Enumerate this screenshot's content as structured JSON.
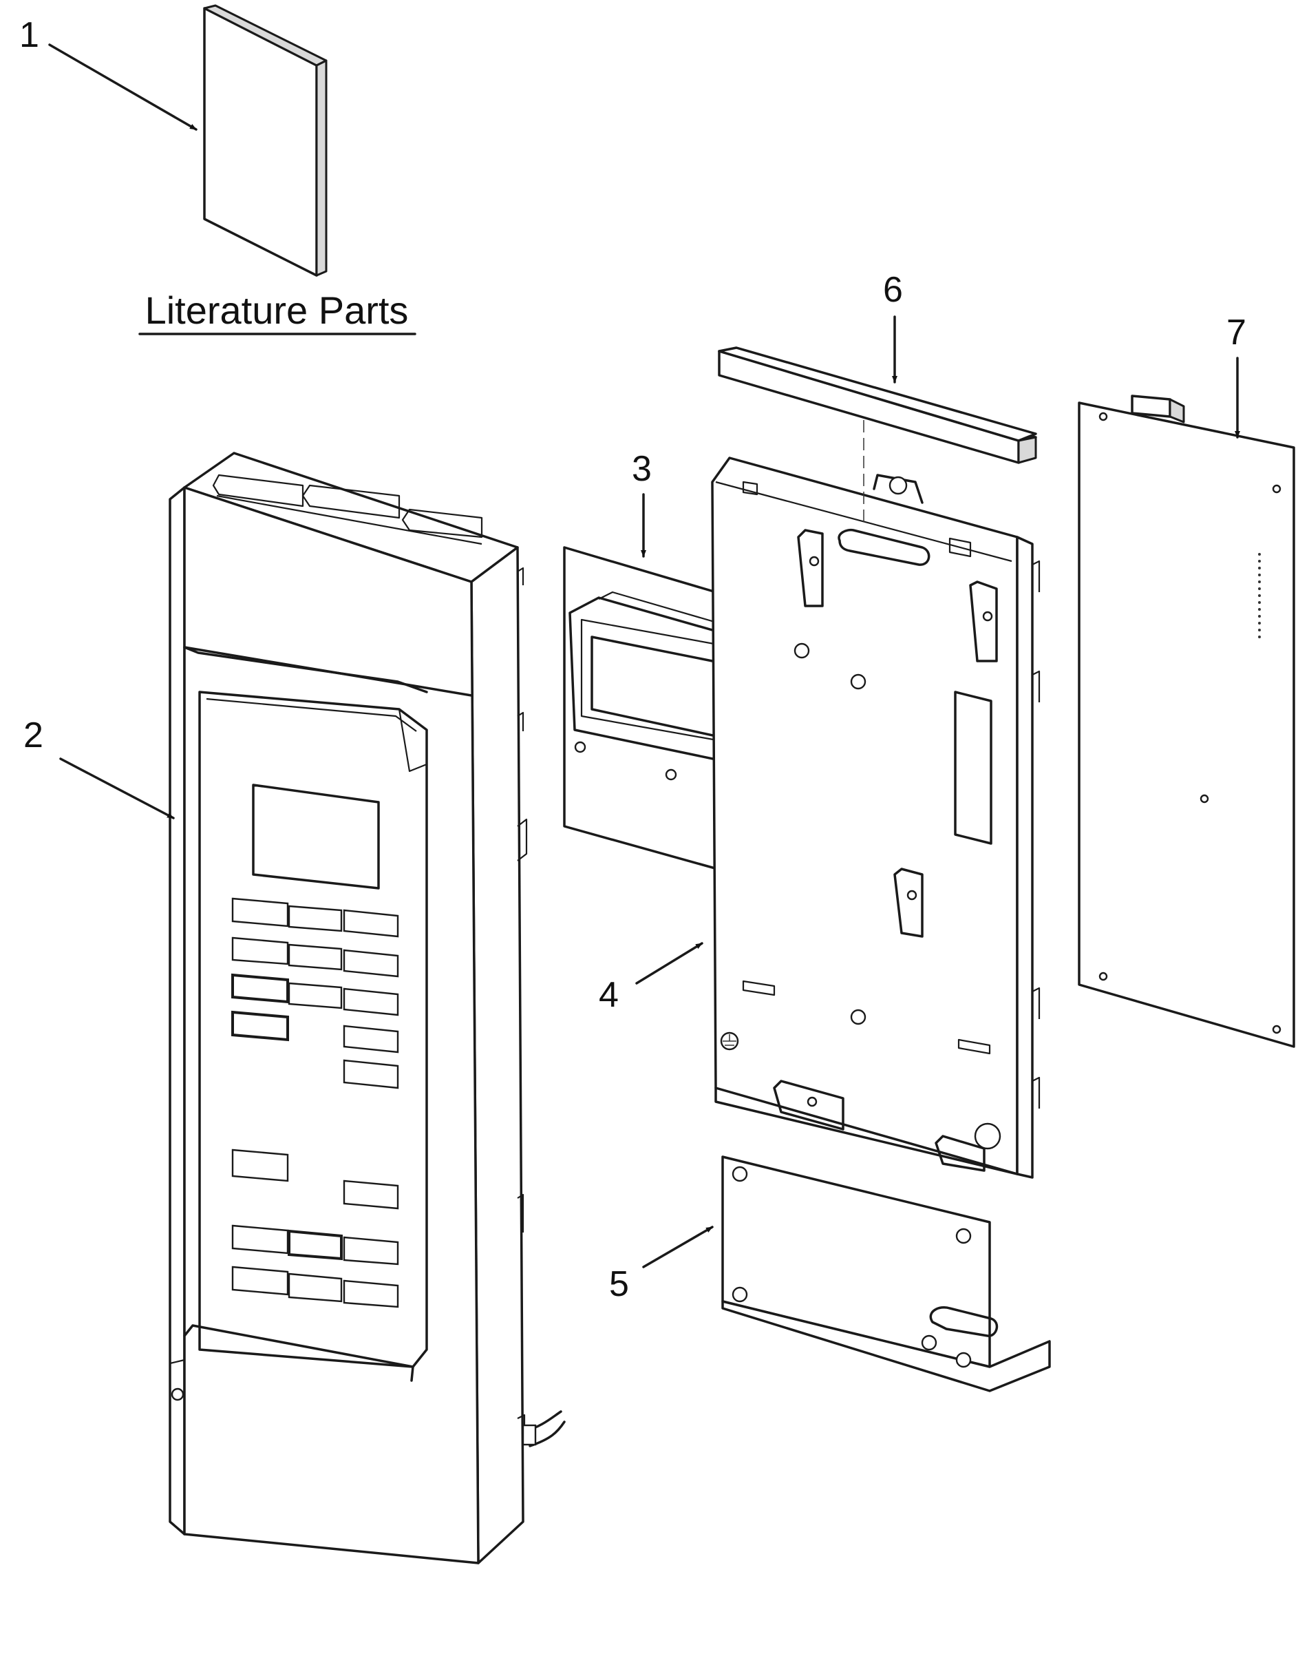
{
  "diagram": {
    "section_title": "Literature Parts",
    "callouts": [
      {
        "id": "1",
        "label": "1",
        "part": "literature-booklet"
      },
      {
        "id": "2",
        "label": "2",
        "part": "control-panel-housing"
      },
      {
        "id": "3",
        "label": "3",
        "part": "display-board"
      },
      {
        "id": "4",
        "label": "4",
        "part": "control-panel-bracket"
      },
      {
        "id": "5",
        "label": "5",
        "part": "mounting-bracket"
      },
      {
        "id": "6",
        "label": "6",
        "part": "foam-strip"
      },
      {
        "id": "7",
        "label": "7",
        "part": "circuit-board"
      }
    ]
  }
}
